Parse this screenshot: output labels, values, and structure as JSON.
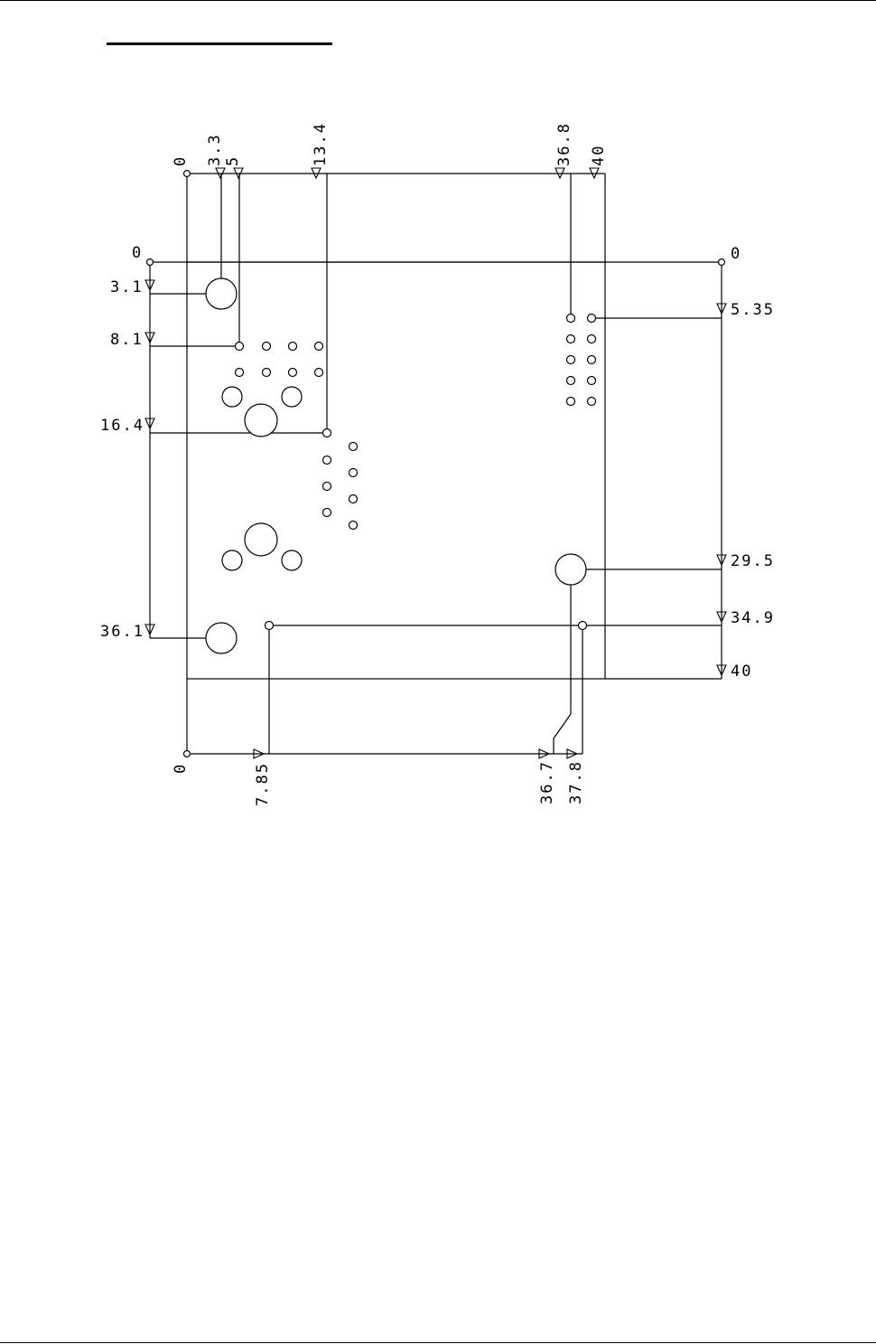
{
  "title_text": "",
  "top_labels": [
    "0",
    "3.3",
    "5",
    "13.4",
    "36.8",
    "40"
  ],
  "left_labels": [
    "0",
    "3.1",
    "8.1",
    "16.4",
    "36.1"
  ],
  "right_labels": [
    "0",
    "5.35",
    "29.5",
    "34.9",
    "40"
  ],
  "bottom_labels": [
    "0",
    "7.85",
    "36.7",
    "37.8"
  ],
  "colors": {
    "line": "#000000",
    "background": "#ffffff"
  }
}
